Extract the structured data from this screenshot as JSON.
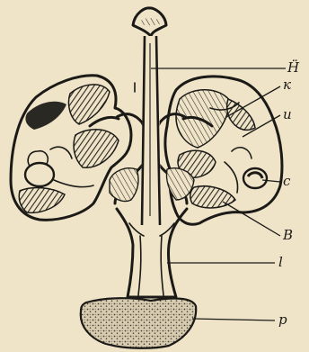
{
  "labels": {
    "H": "Ḧ",
    "k": "к",
    "u": "u",
    "c": "c",
    "B": "B",
    "l": "l",
    "p": "p"
  },
  "colors": {
    "paper": "#efe4c8",
    "ink": "#1b1a17",
    "hatch_dark": "#2a2823",
    "stipple": "#7a7464"
  }
}
